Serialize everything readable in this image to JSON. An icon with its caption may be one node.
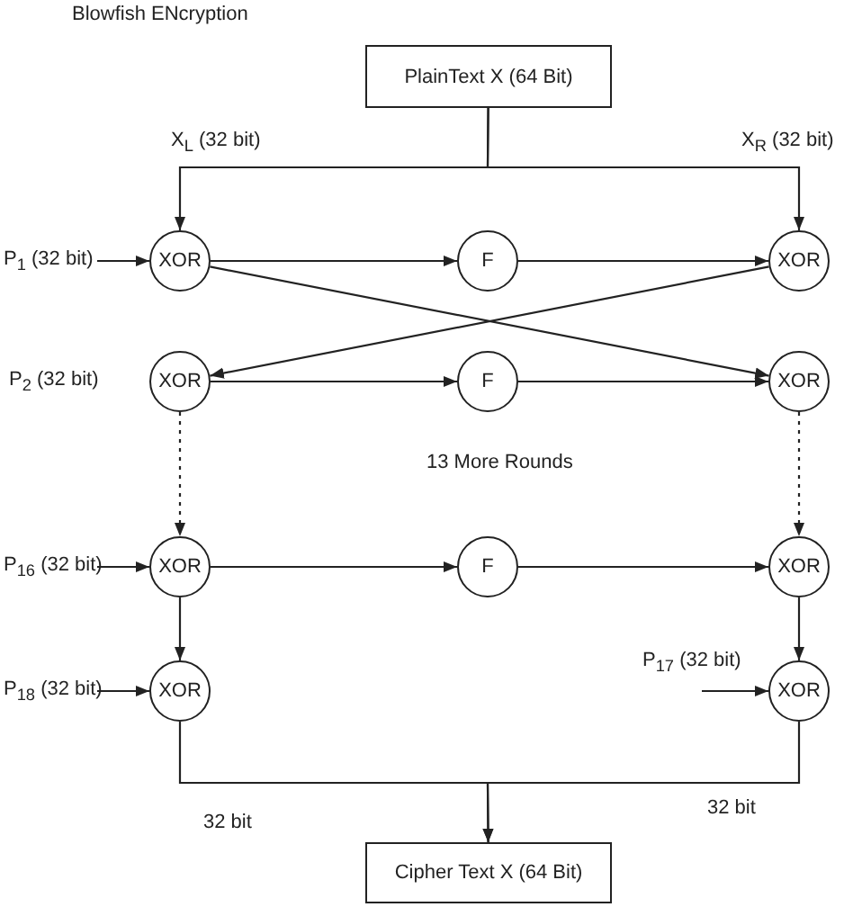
{
  "diagram": {
    "title": "Blowfish ENcryption",
    "nodes": [
      {
        "text": [
          "PlainText X (64 Bit)"
        ]
      },
      {
        "text": [
          "P$_{1}$ (32 bit)"
        ]
      },
      {
        "text": [
          "XOR"
        ]
      },
      {
        "text": [
          "F"
        ]
      },
      {
        "text": [
          "XOR"
        ]
      },
      {
        "text": [
          "XOR"
        ]
      },
      {
        "text": [
          "F"
        ]
      },
      {
        "text": [
          "XOR"
        ]
      },
      {
        "text": [
          "P$_{16}$ (32 bit)"
        ]
      },
      {
        "text": [
          "XOR"
        ]
      },
      {
        "text": [
          "F"
        ]
      },
      {
        "text": [
          "XOR"
        ]
      },
      {
        "text": [
          "P$_{18}$ (32 bit)"
        ]
      },
      {
        "text": [
          "XOR"
        ]
      },
      {
        "text": [
          "XOR"
        ]
      },
      {
        "text": [
          "Cipher Text X (64 Bit)"
        ]
      }
    ],
    "edges": [
      {
        "from": 0,
        "to": 2,
        "arrow": "to"
      },
      {
        "from": 0,
        "to": 4,
        "arrow": "to"
      },
      {
        "from": 1,
        "to": 2,
        "arrow": "to"
      },
      {
        "from": 2,
        "to": 3,
        "arrow": "to"
      },
      {
        "from": 3,
        "to": 4,
        "arrow": "to"
      },
      {
        "from": 2,
        "to": 7,
        "arrow": "to"
      },
      {
        "from": 4,
        "to": 5,
        "arrow": "to"
      },
      {
        "from": 5,
        "to": 6,
        "arrow": "to"
      },
      {
        "from": 6,
        "to": 7,
        "arrow": "to"
      },
      {
        "from": 5,
        "to": 9,
        "arrow": "to",
        "style": "dashed"
      },
      {
        "from": 7,
        "to": 11,
        "arrow": "to",
        "style": "dashed"
      },
      {
        "from": 8,
        "to": 9,
        "arrow": "to"
      },
      {
        "from": 9,
        "to": 10,
        "arrow": "to"
      },
      {
        "from": 10,
        "to": 11,
        "arrow": "to"
      },
      {
        "from": 9,
        "to": 13,
        "arrow": "to"
      },
      {
        "from": 11,
        "to": 14,
        "arrow": "to"
      },
      {
        "from": 12,
        "to": 13,
        "arrow": "to"
      },
      {
        "from": null,
        "to": 14,
        "arrow": "to"
      },
      {
        "from": 13,
        "to": 15,
        "arrow": "to"
      },
      {
        "from": 14,
        "to": 15,
        "arrow": "to"
      }
    ],
    "labels": [
      "X$_{L}$ (32 bit)",
      "X$_{R}$ (32 bit)",
      "P$_{2}$ (32 bit)",
      "13 More Rounds",
      "P$_{17}$ (32 bit)",
      "32 bit",
      "32 bit"
    ]
  }
}
